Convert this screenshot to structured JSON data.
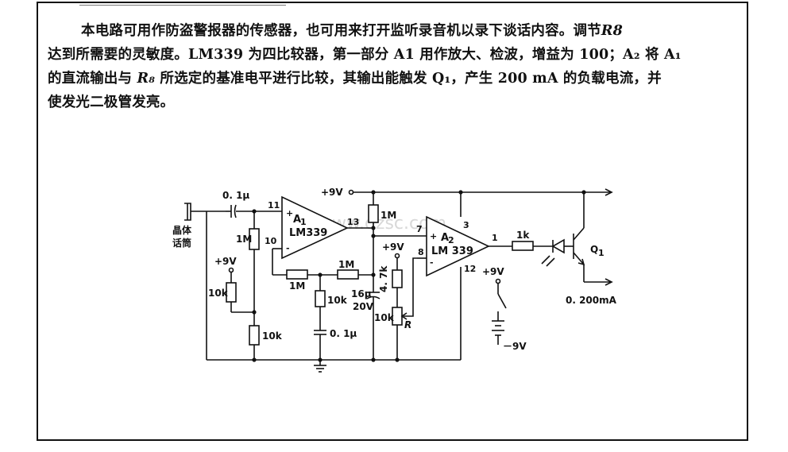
{
  "description": {
    "line1_a": "本电路可用作防盗警报器的传感器，也可用来打开监听录音机以录下谈话内容。调节",
    "line1_r": "R8",
    "line2": "达到所需要的灵敏度。LM339 为四比较器，第一部分 A1 用作放大、检波，增益为 100；A₂ 将 A₁",
    "line3_a": "的直流输出与",
    "line3_r": "R₈",
    "line3_b": "所选定的基准电平进行比较，其输出能触发 Q₁，产生 200 mA 的负载电流，并",
    "line4": "使发光二极管发亮。"
  },
  "schematic": {
    "mic_label_1": "晶体",
    "mic_label_2": "话筒",
    "c_input": "0. 1μ",
    "r_1m_vert": "1M",
    "supply_left": "+9V",
    "r_10k_left": "10k",
    "r_10k_bottom": "10k",
    "r_1m_fb1": "1M",
    "r_1m_fb2": "1M",
    "r_10k_mid": "10k",
    "c_mid": "0. 1μ",
    "supply_top": "+9V",
    "r_1m_top": "1M",
    "c_16u": "16μ",
    "c_20v": "20V",
    "supply_mid": "+9V",
    "r_47k": "4. 7k",
    "r_10k_pot": "10k",
    "pot_label": "R",
    "a1_name": "A",
    "a1_sub": "1",
    "a1_ic": "LM339",
    "a2_name": "A",
    "a2_sub": "2",
    "a2_ic": "LM 339",
    "pin_11": "11",
    "pin_10": "10",
    "pin_13": "13",
    "pin_7": "7",
    "pin_8": "8",
    "pin_3": "3",
    "pin_1": "1",
    "pin_12": "12",
    "r_1k": "1k",
    "q1_label": "Q",
    "q1_sub": "1",
    "supply_right": "+9V",
    "battery_neg": "－9V",
    "load_current": "0. 200mA",
    "watermark": "www.dzsc.com"
  },
  "colors": {
    "ink": "#111111",
    "paper": "#ffffff",
    "watermark": "#d8d8d8"
  }
}
